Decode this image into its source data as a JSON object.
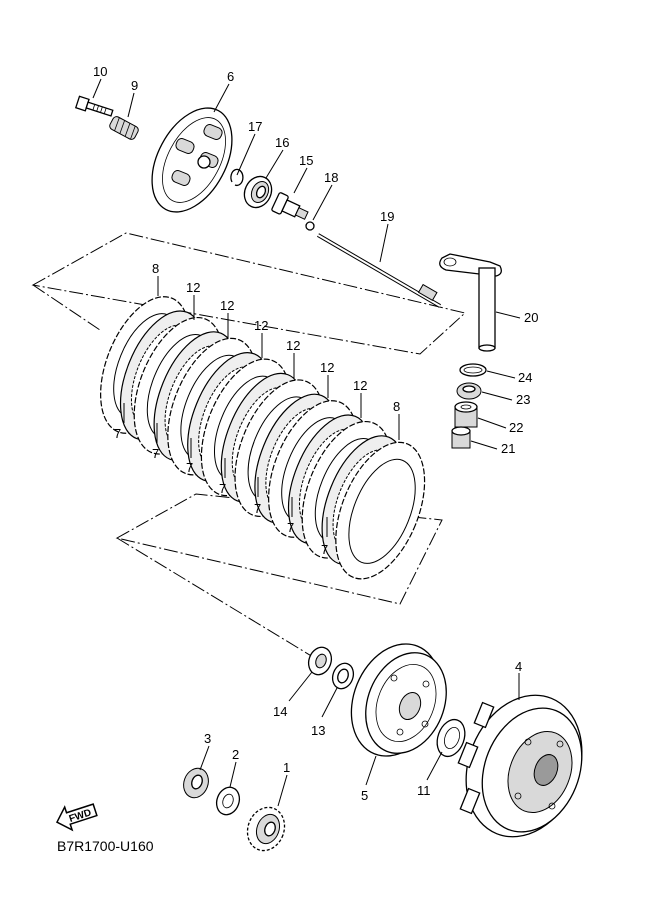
{
  "diagram": {
    "code": "B7R1700-U160",
    "fwd_label": "FWD",
    "callouts": [
      {
        "id": "c10",
        "label": "10"
      },
      {
        "id": "c9",
        "label": "9"
      },
      {
        "id": "c6",
        "label": "6"
      },
      {
        "id": "c17",
        "label": "17"
      },
      {
        "id": "c16",
        "label": "16"
      },
      {
        "id": "c15",
        "label": "15"
      },
      {
        "id": "c18",
        "label": "18"
      },
      {
        "id": "c19",
        "label": "19"
      },
      {
        "id": "c20",
        "label": "20"
      },
      {
        "id": "c24",
        "label": "24"
      },
      {
        "id": "c23",
        "label": "23"
      },
      {
        "id": "c22",
        "label": "22"
      },
      {
        "id": "c21",
        "label": "21"
      },
      {
        "id": "c8a",
        "label": "8"
      },
      {
        "id": "c8b",
        "label": "8"
      },
      {
        "id": "c12a",
        "label": "12"
      },
      {
        "id": "c12b",
        "label": "12"
      },
      {
        "id": "c12c",
        "label": "12"
      },
      {
        "id": "c12d",
        "label": "12"
      },
      {
        "id": "c12e",
        "label": "12"
      },
      {
        "id": "c12f",
        "label": "12"
      },
      {
        "id": "c7a",
        "label": "7"
      },
      {
        "id": "c7b",
        "label": "7"
      },
      {
        "id": "c7c",
        "label": "7"
      },
      {
        "id": "c7d",
        "label": "7"
      },
      {
        "id": "c7e",
        "label": "7"
      },
      {
        "id": "c7f",
        "label": "7"
      },
      {
        "id": "c7g",
        "label": "7"
      },
      {
        "id": "c14",
        "label": "14"
      },
      {
        "id": "c13",
        "label": "13"
      },
      {
        "id": "c4",
        "label": "4"
      },
      {
        "id": "c3",
        "label": "3"
      },
      {
        "id": "c2",
        "label": "2"
      },
      {
        "id": "c1",
        "label": "1"
      },
      {
        "id": "c5",
        "label": "5"
      },
      {
        "id": "c11",
        "label": "11"
      }
    ]
  }
}
